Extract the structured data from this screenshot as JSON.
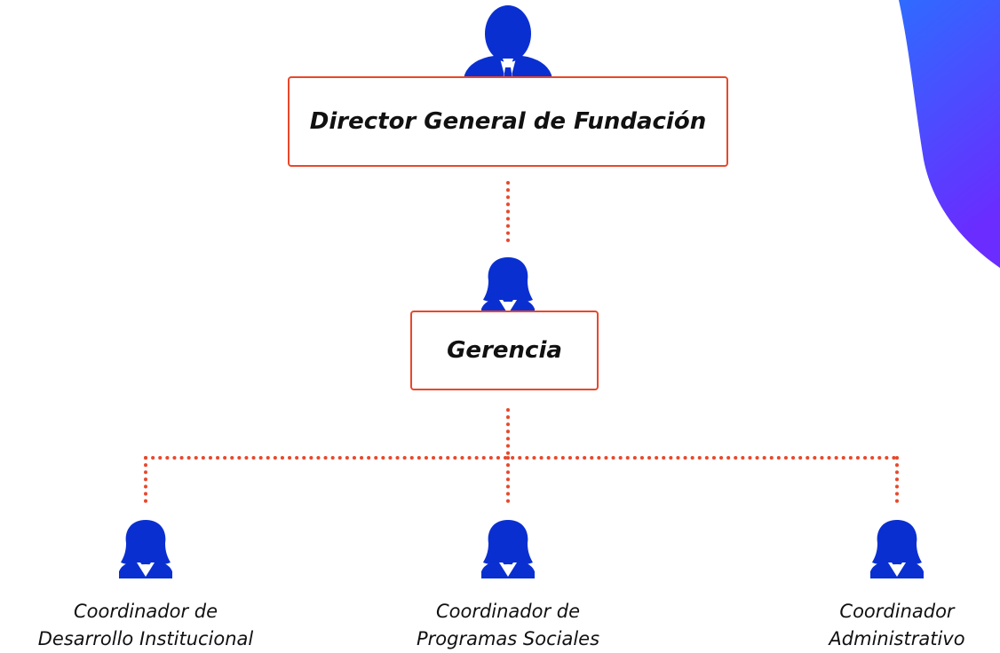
{
  "director": {
    "title": "Director General de Fundación"
  },
  "gerencia": {
    "title": "Gerencia"
  },
  "coordinadores": [
    {
      "line1": "Coordinador de",
      "line2": "Desarrollo Institucional"
    },
    {
      "line1": "Coordinador de",
      "line2": "Programas Sociales"
    },
    {
      "line1": "Coordinador",
      "line2": "Administrativo"
    }
  ],
  "colors": {
    "accent": "#e8482c",
    "icon": "#0a2fd1",
    "gradient_start": "#2f6bff",
    "gradient_end": "#6a2cff"
  }
}
